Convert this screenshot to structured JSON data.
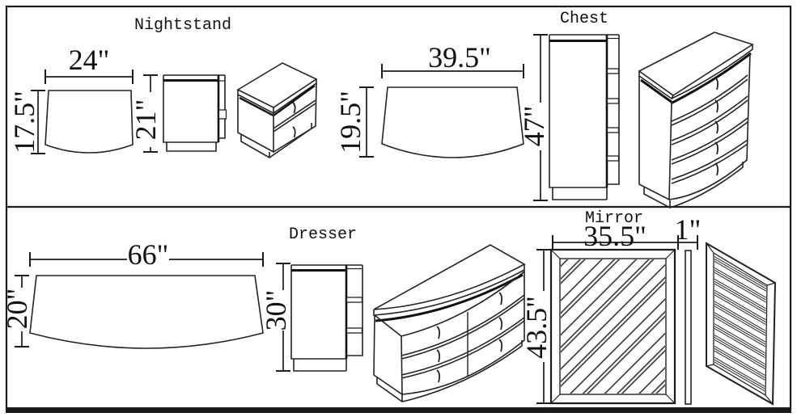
{
  "nightstand": {
    "label": "Nightstand",
    "width": "24\"",
    "depth": "17.5\"",
    "height": "21\""
  },
  "chest": {
    "label": "Chest",
    "width": "39.5\"",
    "depth": "19.5\"",
    "height": "47\""
  },
  "dresser": {
    "label": "Dresser",
    "width": "66\"",
    "depth": "20\"",
    "height": "30\""
  },
  "mirror": {
    "label": "Mirror",
    "width": "35.5\"",
    "thickness": "1\"",
    "height": "43.5\""
  }
}
